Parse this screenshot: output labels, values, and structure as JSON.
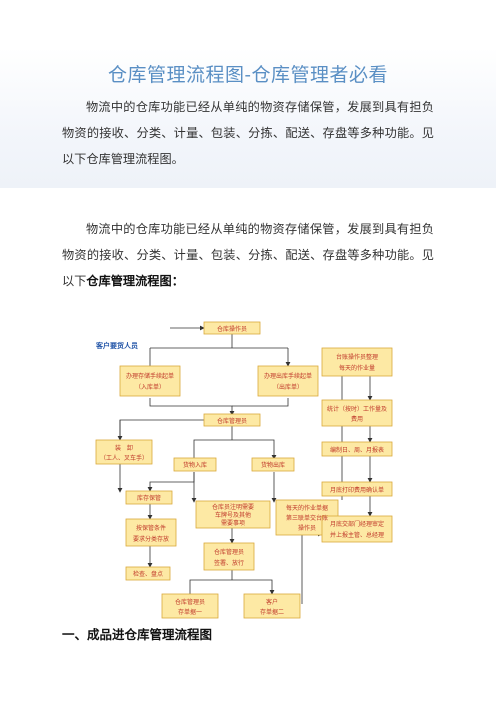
{
  "document": {
    "title": "仓库管理流程图-仓库管理者必看",
    "intro_paragraph": "物流中的仓库功能已经从单纯的物资存储保管，发展到具有担负物资的接收、分类、计量、包装、分拣、配送、存盘等多种功能。见以下仓库管理流程图。",
    "body_paragraph": "物流中的仓库功能已经从单纯的物资存储保管，发展到具有担负物资的接收、分类、计量、包装、分拣、配送、存盘等多种功能。见以下",
    "body_paragraph_bold": "仓库管理流程图",
    "body_paragraph_end": "：",
    "section_heading": "一、成品进仓库管理流程图"
  },
  "flowchart": {
    "box_color": "#fde9a4",
    "border_color": "#d9a93a",
    "text_color": "#c0392b",
    "customer_label": "客户要货人员",
    "nodes": {
      "n_top": "仓库操作员",
      "n_in_a": "办理存储手续起单",
      "n_in_b": "（入库单）",
      "n_out_a": "办理出库手续起单",
      "n_out_b": "（出库单）",
      "n_mgr": "仓库管理员",
      "n_work_a": "装　卸",
      "n_work_b": "（工人、叉车手）",
      "n_goods_in": "货物入库",
      "n_goods_out": "货物出库",
      "n_store": "库存保管",
      "n_place_a": "按保管条件",
      "n_place_b": "要求分类存放",
      "n_check": "检查、盘点",
      "n_wrk_a": "仓库员注明需要",
      "n_wrk_b": "车牌号及其他",
      "n_wrk_c": "需要事项",
      "n_verify_a": "仓库管理员",
      "n_verify_b": "签署、放行",
      "n_rep_a": "每天的作业单据",
      "n_rep_b": "第三联单交台账",
      "n_rep_c": "操作员",
      "n_r1_a": "台账操作员整理",
      "n_r1_b": "每天的作业量",
      "n_r2_a": "统计（按时）工作量及",
      "n_r2_b": "费用",
      "n_r3": "编制日、周、月报表",
      "n_r4": "月底打印费用确认单",
      "n_r5_a": "月底交部门经理审定",
      "n_r5_b": "并上报主管、总经理",
      "n_b1_a": "仓库管理员",
      "n_b1_b": "存单据一",
      "n_b2_a": "客户",
      "n_b2_b": "存单据二"
    }
  }
}
